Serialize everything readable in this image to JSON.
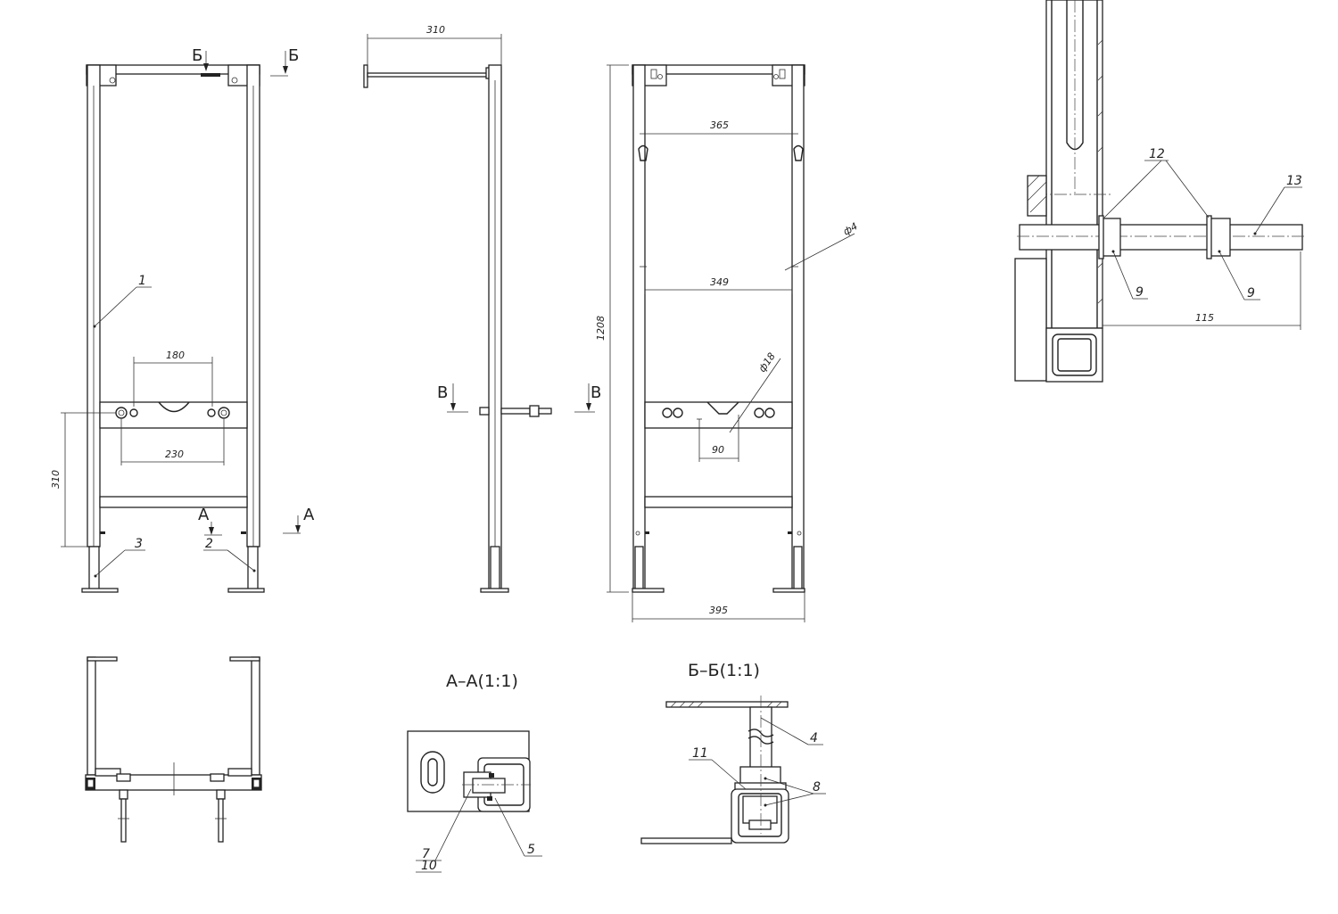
{
  "section_titles": {
    "aa": "А–А(1:1)",
    "bb": "Б–Б(1:1)"
  },
  "section_markers": {
    "b_cyr": "Б",
    "a_cyr": "А",
    "v_cyr": "В"
  },
  "dimensions": {
    "side_top": "310",
    "front_180": "180",
    "front_230": "230",
    "front_310": "310",
    "rear_365": "365",
    "rear_349": "349",
    "rear_phi4": "ф4",
    "rear_phi18": "ф18",
    "rear_1208": "1208",
    "rear_395": "395",
    "rear_90": "90",
    "detail_115": "115"
  },
  "part_labels": {
    "p1": "1",
    "p2": "2",
    "p3": "3",
    "p4": "4",
    "p5": "5",
    "p7": "7",
    "p8": "8",
    "p9a": "9",
    "p9b": "9",
    "p10": "10",
    "p11": "11",
    "p12": "12",
    "p13": "13"
  }
}
